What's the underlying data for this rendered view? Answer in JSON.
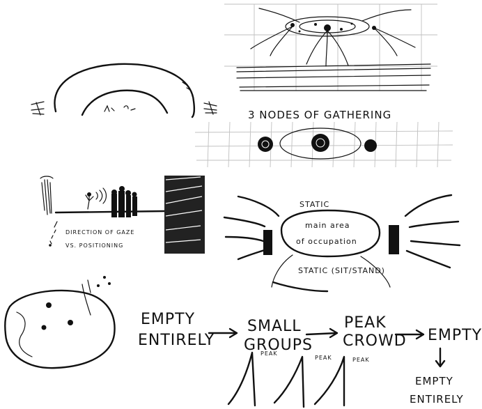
{
  "sketches": {
    "top_right_label": "3 NODES OF GATHERING",
    "middle_left_note_line1": "DIRECTION OF GAZE",
    "middle_left_note_line2": "VS. POSITIONING",
    "plan_labels": {
      "static_top": "STATIC",
      "main_area_line1": "main area",
      "main_area_line2": "of occupation",
      "static_bottom": "STATIC (SIT/STAND)"
    },
    "timeline": {
      "state1_line1": "EMPTY",
      "state1_line2": "ENTIRELY",
      "state2_line1": "SMALL",
      "state2_line2": "GROUPS",
      "state3_line1": "PEAK",
      "state3_line2": "CROWD",
      "state4": "EMPTY",
      "state5_line1": "EMPTY",
      "state5_line2": "ENTIRELY",
      "peak_label_1": "PEAK",
      "peak_label_2": "PEAK",
      "peak_label_3": "PEAK"
    }
  }
}
